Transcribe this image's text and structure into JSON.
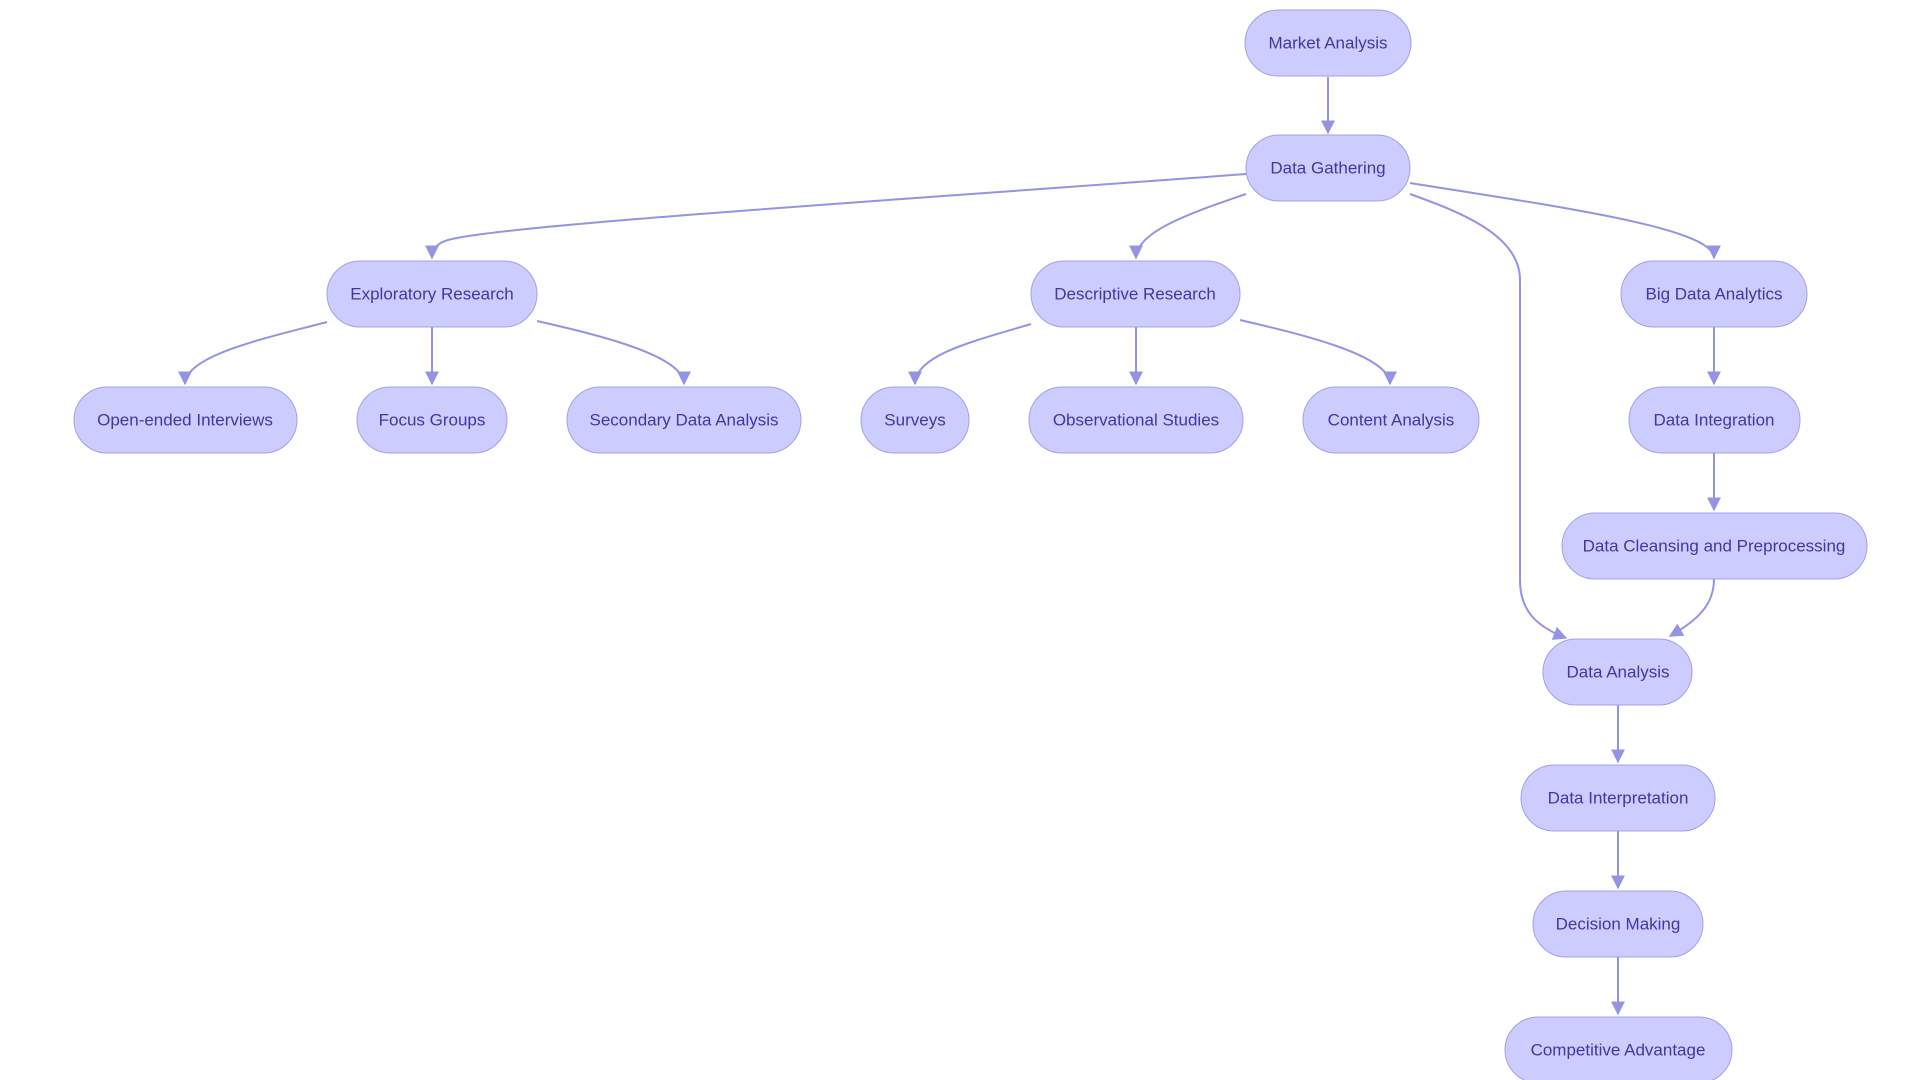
{
  "colors": {
    "node_fill": "#ccccff",
    "node_stroke": "#a1a1e8",
    "edge": "#9494e4",
    "text": "#3b3b9e",
    "background": "#ffffff"
  },
  "nodes": [
    {
      "id": "market-analysis",
      "label": "Market Analysis"
    },
    {
      "id": "data-gathering",
      "label": "Data Gathering"
    },
    {
      "id": "exploratory-research",
      "label": "Exploratory Research"
    },
    {
      "id": "descriptive-research",
      "label": "Descriptive Research"
    },
    {
      "id": "big-data-analytics",
      "label": "Big Data Analytics"
    },
    {
      "id": "open-ended-interviews",
      "label": "Open-ended Interviews"
    },
    {
      "id": "focus-groups",
      "label": "Focus Groups"
    },
    {
      "id": "secondary-data-analysis",
      "label": "Secondary Data Analysis"
    },
    {
      "id": "surveys",
      "label": "Surveys"
    },
    {
      "id": "observational-studies",
      "label": "Observational Studies"
    },
    {
      "id": "content-analysis",
      "label": "Content Analysis"
    },
    {
      "id": "data-integration",
      "label": "Data Integration"
    },
    {
      "id": "data-cleansing",
      "label": "Data Cleansing and Preprocessing"
    },
    {
      "id": "data-analysis",
      "label": "Data Analysis"
    },
    {
      "id": "data-interpretation",
      "label": "Data Interpretation"
    },
    {
      "id": "decision-making",
      "label": "Decision Making"
    },
    {
      "id": "competitive-advantage",
      "label": "Competitive Advantage"
    }
  ],
  "edges": [
    {
      "from": "market-analysis",
      "to": "data-gathering"
    },
    {
      "from": "data-gathering",
      "to": "exploratory-research"
    },
    {
      "from": "data-gathering",
      "to": "descriptive-research"
    },
    {
      "from": "data-gathering",
      "to": "big-data-analytics"
    },
    {
      "from": "data-gathering",
      "to": "data-analysis"
    },
    {
      "from": "exploratory-research",
      "to": "open-ended-interviews"
    },
    {
      "from": "exploratory-research",
      "to": "focus-groups"
    },
    {
      "from": "exploratory-research",
      "to": "secondary-data-analysis"
    },
    {
      "from": "descriptive-research",
      "to": "surveys"
    },
    {
      "from": "descriptive-research",
      "to": "observational-studies"
    },
    {
      "from": "descriptive-research",
      "to": "content-analysis"
    },
    {
      "from": "big-data-analytics",
      "to": "data-integration"
    },
    {
      "from": "data-integration",
      "to": "data-cleansing"
    },
    {
      "from": "data-cleansing",
      "to": "data-analysis"
    },
    {
      "from": "data-analysis",
      "to": "data-interpretation"
    },
    {
      "from": "data-interpretation",
      "to": "decision-making"
    },
    {
      "from": "decision-making",
      "to": "competitive-advantage"
    }
  ]
}
